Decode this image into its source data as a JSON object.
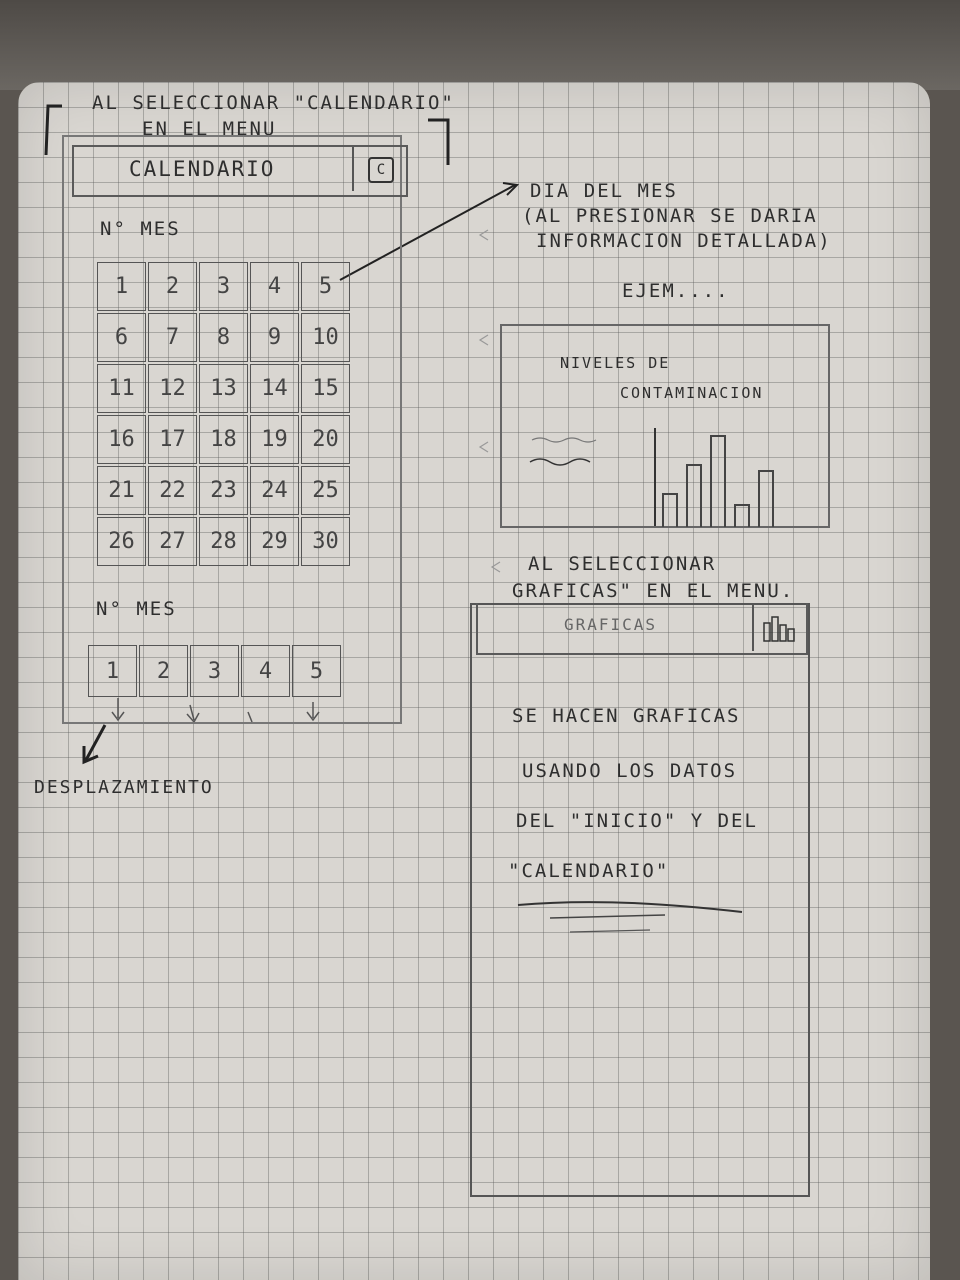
{
  "left_section": {
    "heading_line1": "AL SELECCIONAR \"CALENDARIO\"",
    "heading_line2": "EN EL MENU",
    "screen_title": "CALENDARIO",
    "month1_label": "N° MES",
    "month1_days": [
      [
        "1",
        "2",
        "3",
        "4",
        "5"
      ],
      [
        "6",
        "7",
        "8",
        "9",
        "10"
      ],
      [
        "11",
        "12",
        "13",
        "14",
        "15"
      ],
      [
        "16",
        "17",
        "18",
        "19",
        "20"
      ],
      [
        "21",
        "22",
        "23",
        "24",
        "25"
      ],
      [
        "26",
        "27",
        "28",
        "29",
        "30"
      ]
    ],
    "month2_label": "N° MES",
    "month2_days": [
      "1",
      "2",
      "3",
      "4",
      "5"
    ],
    "scroll_label": "DESPLAZAMIENTO"
  },
  "day_note": {
    "line1": "DIA DEL MES",
    "line2": "(AL PRESIONAR SE DARIA",
    "line3": "INFORMACION DETALLADA)",
    "example": "EJEM....",
    "popup_title_line1": "NIVELES DE",
    "popup_title_line2": "CONTAMINACION"
  },
  "right_section": {
    "heading_line1": "AL SELECCIONAR",
    "heading_line2": "GRAFICAS\" EN EL MENU.",
    "screen_title": "GRAFICAS",
    "body_line1": "SE HACEN GRAFICAS",
    "body_line2": "USANDO LOS DATOS",
    "body_line3": "DEL \"INICIO\" Y DEL",
    "body_line4": "\"CALENDARIO\""
  },
  "chart_data": {
    "type": "bar",
    "categories": [
      "",
      "",
      "",
      "",
      ""
    ],
    "values": [
      30,
      55,
      80,
      20,
      50
    ],
    "title": "",
    "xlabel": "",
    "ylabel": ""
  }
}
